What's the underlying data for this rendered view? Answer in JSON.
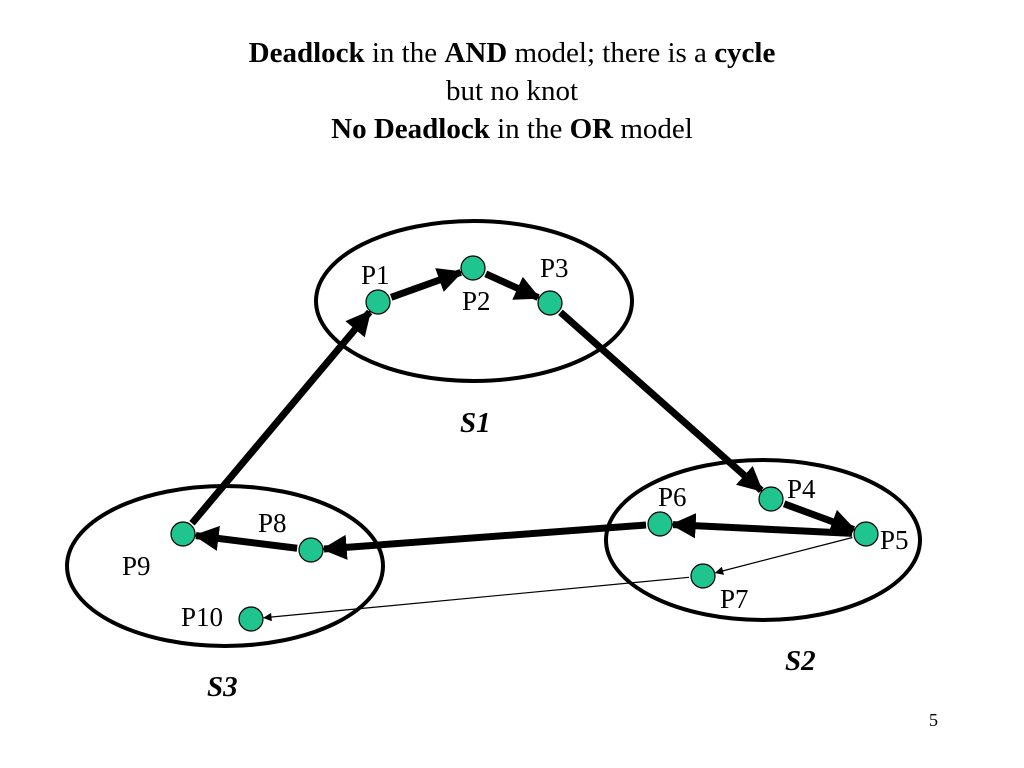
{
  "title": {
    "line1": [
      {
        "text": "Deadlock",
        "bold": true
      },
      {
        "text": " in the ",
        "bold": false
      },
      {
        "text": "AND",
        "bold": true
      },
      {
        "text": " model; there is a ",
        "bold": false
      },
      {
        "text": "cycle",
        "bold": true
      }
    ],
    "line2": [
      {
        "text": "but no knot",
        "bold": false
      }
    ],
    "line3": [
      {
        "text": "No Deadlock",
        "bold": true
      },
      {
        "text": " in the ",
        "bold": false
      },
      {
        "text": "OR",
        "bold": true
      },
      {
        "text": " model",
        "bold": false
      }
    ]
  },
  "sites": [
    {
      "id": "s1",
      "label": "S1"
    },
    {
      "id": "s2",
      "label": "S2"
    },
    {
      "id": "s3",
      "label": "S3"
    }
  ],
  "processes": [
    {
      "id": "p1",
      "label": "P1"
    },
    {
      "id": "p2",
      "label": "P2"
    },
    {
      "id": "p3",
      "label": "P3"
    },
    {
      "id": "p4",
      "label": "P4"
    },
    {
      "id": "p5",
      "label": "P5"
    },
    {
      "id": "p6",
      "label": "P6"
    },
    {
      "id": "p7",
      "label": "P7"
    },
    {
      "id": "p8",
      "label": "P8"
    },
    {
      "id": "p9",
      "label": "P9"
    },
    {
      "id": "p10",
      "label": "P10"
    }
  ],
  "edges": [
    {
      "from": "P1",
      "to": "P2",
      "weight": "thick"
    },
    {
      "from": "P2",
      "to": "P3",
      "weight": "thick"
    },
    {
      "from": "P3",
      "to": "P4",
      "weight": "thick"
    },
    {
      "from": "P4",
      "to": "P5",
      "weight": "thick"
    },
    {
      "from": "P5",
      "to": "P6",
      "weight": "thick"
    },
    {
      "from": "P6",
      "to": "P8",
      "weight": "thick"
    },
    {
      "from": "P8",
      "to": "P9",
      "weight": "thick"
    },
    {
      "from": "P9",
      "to": "P1",
      "weight": "thick"
    },
    {
      "from": "P5",
      "to": "P7",
      "weight": "thin"
    },
    {
      "from": "P7",
      "to": "P10",
      "weight": "thin"
    }
  ],
  "colors": {
    "node_fill": "#1fc48e",
    "stroke": "#000000",
    "background": "#ffffff"
  },
  "page_number": "5"
}
